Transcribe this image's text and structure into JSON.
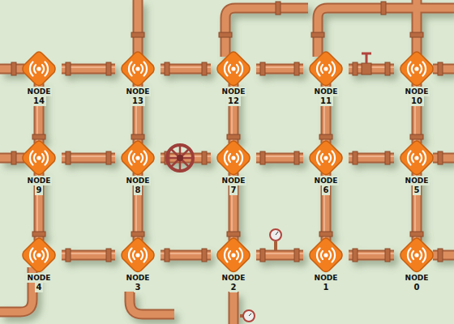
{
  "diagram": {
    "nodes": [
      {
        "text": [
          "NODE",
          "14"
        ]
      },
      {
        "text": [
          "NODE",
          "13"
        ]
      },
      {
        "text": [
          "NODE",
          "12"
        ]
      },
      {
        "text": [
          "NODE",
          "11"
        ]
      },
      {
        "text": [
          "NODE",
          "10"
        ]
      },
      {
        "text": [
          "NODE",
          "9"
        ]
      },
      {
        "text": [
          "NODE",
          "8"
        ]
      },
      {
        "text": [
          "NODE",
          "7"
        ]
      },
      {
        "text": [
          "NODE",
          "6"
        ]
      },
      {
        "text": [
          "NODE",
          "5"
        ]
      },
      {
        "text": [
          "NODE",
          "4"
        ]
      },
      {
        "text": [
          "NODE",
          "3"
        ]
      },
      {
        "text": [
          "NODE",
          "2"
        ]
      },
      {
        "text": [
          "NODE",
          "1"
        ]
      },
      {
        "text": [
          "NODE",
          "0"
        ]
      }
    ],
    "edges": [
      {
        "from": 0,
        "to": 1,
        "arrow": "none"
      },
      {
        "from": 1,
        "to": 2,
        "arrow": "none"
      },
      {
        "from": 2,
        "to": 3,
        "arrow": "none"
      },
      {
        "from": 3,
        "to": 4,
        "arrow": "none"
      },
      {
        "from": 5,
        "to": 6,
        "arrow": "none"
      },
      {
        "from": 6,
        "to": 7,
        "arrow": "none"
      },
      {
        "from": 7,
        "to": 8,
        "arrow": "none"
      },
      {
        "from": 8,
        "to": 9,
        "arrow": "none"
      },
      {
        "from": 10,
        "to": 11,
        "arrow": "none"
      },
      {
        "from": 11,
        "to": 12,
        "arrow": "none"
      },
      {
        "from": 12,
        "to": 13,
        "arrow": "none"
      },
      {
        "from": 13,
        "to": 14,
        "arrow": "none"
      },
      {
        "from": 0,
        "to": 5,
        "arrow": "none"
      },
      {
        "from": 5,
        "to": 10,
        "arrow": "none"
      },
      {
        "from": 1,
        "to": 6,
        "arrow": "none"
      },
      {
        "from": 6,
        "to": 11,
        "arrow": "none"
      },
      {
        "from": 2,
        "to": 7,
        "arrow": "none"
      },
      {
        "from": 7,
        "to": 12,
        "arrow": "none"
      },
      {
        "from": 3,
        "to": 8,
        "arrow": "none"
      },
      {
        "from": 8,
        "to": 13,
        "arrow": "none"
      },
      {
        "from": 4,
        "to": 9,
        "arrow": "none"
      },
      {
        "from": 9,
        "to": 14,
        "arrow": "none"
      }
    ]
  }
}
